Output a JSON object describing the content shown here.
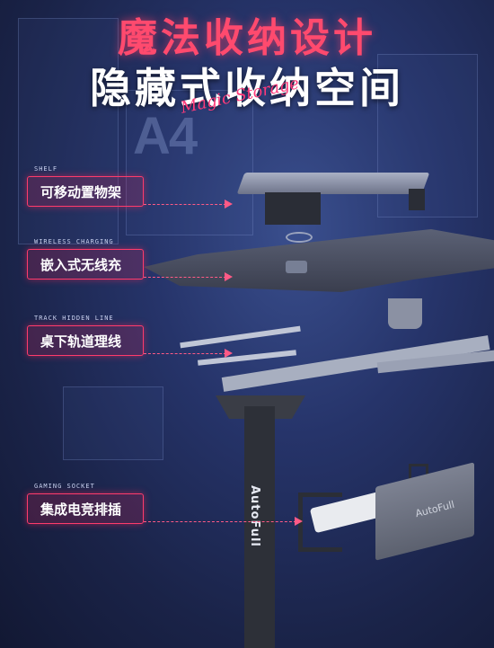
{
  "header": {
    "title": "魔法收纳设计",
    "subtitle": "隐藏式收纳空间",
    "script_text": "Magic Storage"
  },
  "background": {
    "room_label": "A4"
  },
  "features": [
    {
      "en": "SHELF",
      "label": "可移动置物架"
    },
    {
      "en": "WIRELESS CHARGING",
      "label": "嵌入式无线充"
    },
    {
      "en": "TRACK HIDDEN LINE",
      "label": "桌下轨道理线"
    },
    {
      "en": "GAMING SOCKET",
      "label": "集成电竞排插"
    }
  ],
  "product": {
    "brand": "AutoFull"
  },
  "colors": {
    "accent": "#ff3b6c",
    "title_red": "#ff4a6e",
    "background": "#26346a"
  }
}
